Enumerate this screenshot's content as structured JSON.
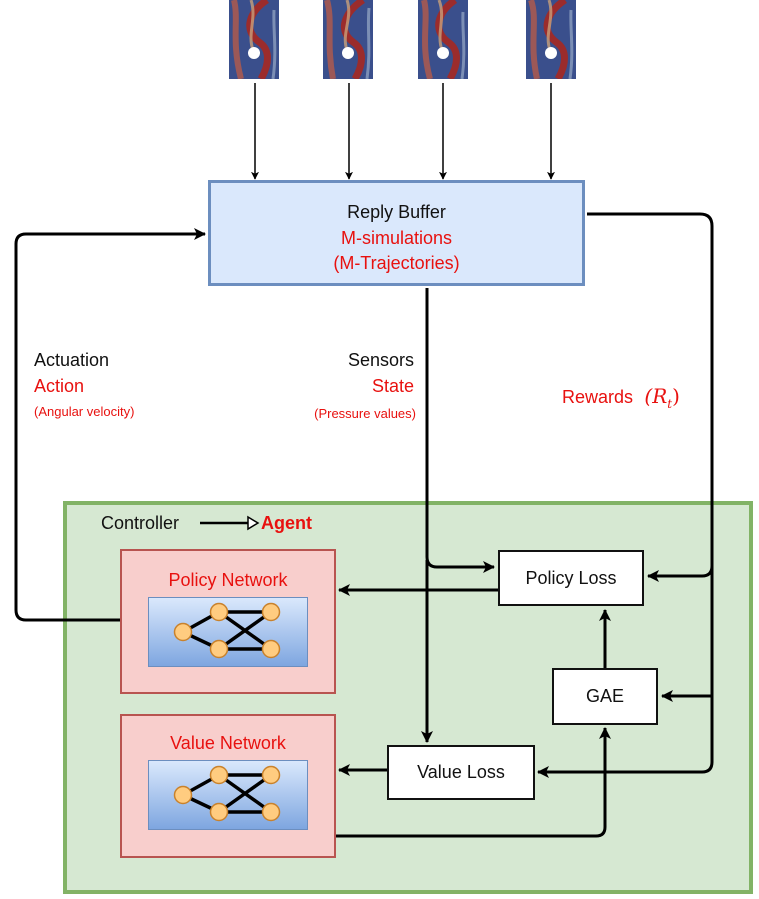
{
  "buffer": {
    "title": "Reply Buffer",
    "line2": "M-simulations",
    "line3": "(M-Trajectories)"
  },
  "actuation": {
    "label": "Actuation",
    "sublabel": "Action",
    "detail": "(Angular velocity)"
  },
  "sensors": {
    "label": "Sensors",
    "sublabel": "State",
    "detail": "(Pressure values)"
  },
  "rewards": {
    "label": "Rewards",
    "symbol": "(R",
    "subscript": "t",
    "close": ")"
  },
  "agent": {
    "controller_label": "Controller",
    "agent_label": "Agent"
  },
  "policy_network": {
    "label": "Policy Network"
  },
  "value_network": {
    "label": "Value Network"
  },
  "policy_loss": {
    "label": "Policy Loss"
  },
  "value_loss": {
    "label": "Value Loss"
  },
  "gae": {
    "label": "GAE"
  },
  "colors": {
    "red_text": "#e8110f",
    "buffer_fill": "#dae8fc",
    "buffer_border": "#6c8ebf",
    "agent_fill": "#d6e8d2",
    "agent_border": "#82b366",
    "network_fill": "#f8cecc",
    "network_border": "#b85450",
    "node_fill": "#ffcc80",
    "node_border": "#c9822c"
  }
}
